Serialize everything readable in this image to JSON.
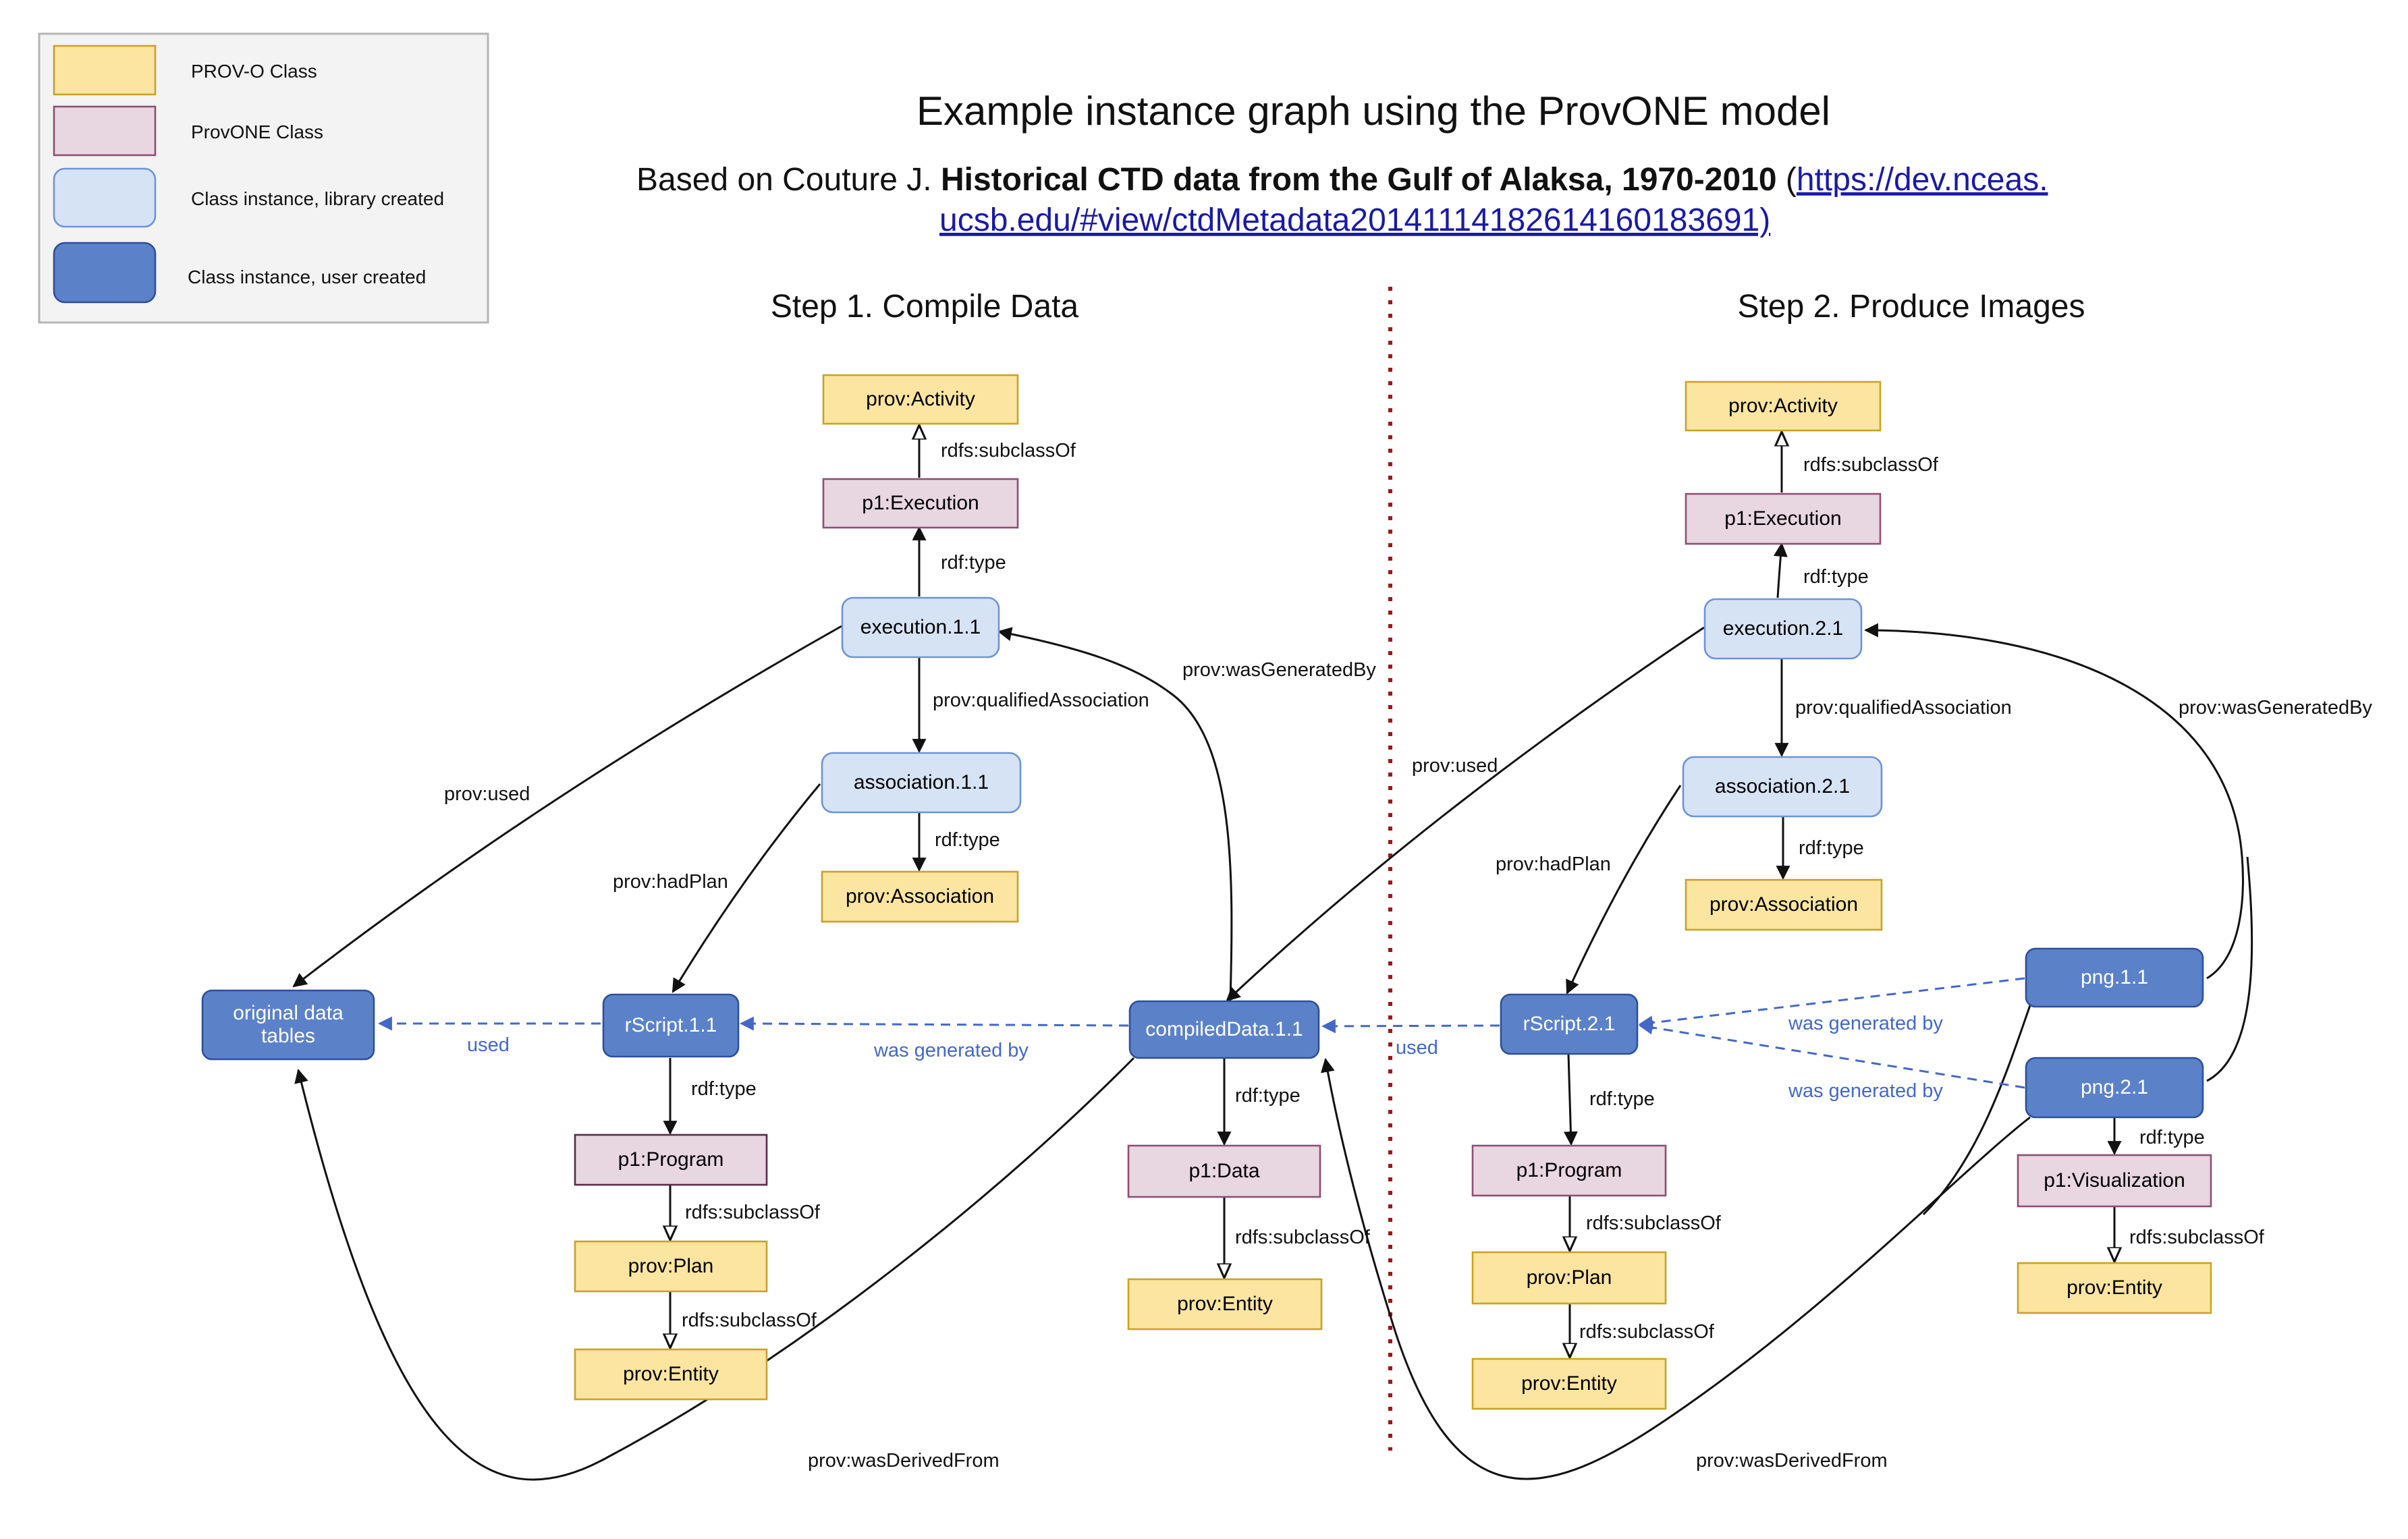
{
  "colors": {
    "prov_o_fill": "#fbe5a0",
    "prov_o_stroke": "#c9a227",
    "provone_fill": "#e8d6e0",
    "provone_stroke": "#8c4f73",
    "library_fill": "#d6e3f5",
    "library_stroke": "#6e93d6",
    "user_fill": "#5b82c9",
    "user_stroke": "#2f4f9a",
    "dashed_edge": "#4468c8",
    "divider": "#a01818"
  },
  "legend": {
    "items": [
      {
        "label": "PROV-O Class",
        "kind": "prov"
      },
      {
        "label": "ProvONE Class",
        "kind": "provone"
      },
      {
        "label": "Class instance, library created",
        "kind": "library"
      },
      {
        "label": "Class instance, user created",
        "kind": "user"
      }
    ]
  },
  "header": {
    "title": "Example instance graph using the ProvONE model",
    "subtitle_prefix": "Based on Couture J. ",
    "subtitle_bold": "Historical CTD data from the Gulf of Alaksa, 1970-2010",
    "subtitle_paren_open": " (",
    "subtitle_link_part1": "https://dev.nceas.",
    "subtitle_link_part2": "ucsb.edu/#view/ctdMetadata20141114182614160183691)"
  },
  "steps": {
    "step1": "Step 1. Compile Data",
    "step2": "Step 2. Produce Images"
  },
  "nodes": {
    "prov_activity_1": "prov:Activity",
    "p1_execution_1": "p1:Execution",
    "execution_1_1": "execution.1.1",
    "association_1_1": "association.1.1",
    "prov_association_1": "prov:Association",
    "original_data_tables_line1": "original data",
    "original_data_tables_line2": "tables",
    "rscript_1_1": "rScript.1.1",
    "p1_program_1": "p1:Program",
    "prov_plan_1": "prov:Plan",
    "prov_entity_1": "prov:Entity",
    "compileddata_1_1": "compiledData.1.1",
    "p1_data": "p1:Data",
    "prov_entity_2": "prov:Entity",
    "prov_activity_2": "prov:Activity",
    "p1_execution_2": "p1:Execution",
    "execution_2_1": "execution.2.1",
    "association_2_1": "association.2.1",
    "prov_association_2": "prov:Association",
    "rscript_2_1": "rScript.2.1",
    "p1_program_2": "p1:Program",
    "prov_plan_2": "prov:Plan",
    "prov_entity_3": "prov:Entity",
    "png_1_1": "png.1.1",
    "png_2_1": "png.2.1",
    "p1_visualization": "p1:Visualization",
    "prov_entity_4": "prov:Entity"
  },
  "edges": {
    "rdfs_subclassof": "rdfs:subclassOf",
    "rdf_type": "rdf:type",
    "prov_qualifiedassociation": "prov:qualifiedAssociation",
    "prov_used": "prov:used",
    "prov_hadplan": "prov:hadPlan",
    "prov_wasgeneratedby": "prov:wasGeneratedBy",
    "prov_wasderivedfrom": "prov:wasDerivedFrom",
    "used": "used",
    "was_generated_by": "was generated by"
  }
}
